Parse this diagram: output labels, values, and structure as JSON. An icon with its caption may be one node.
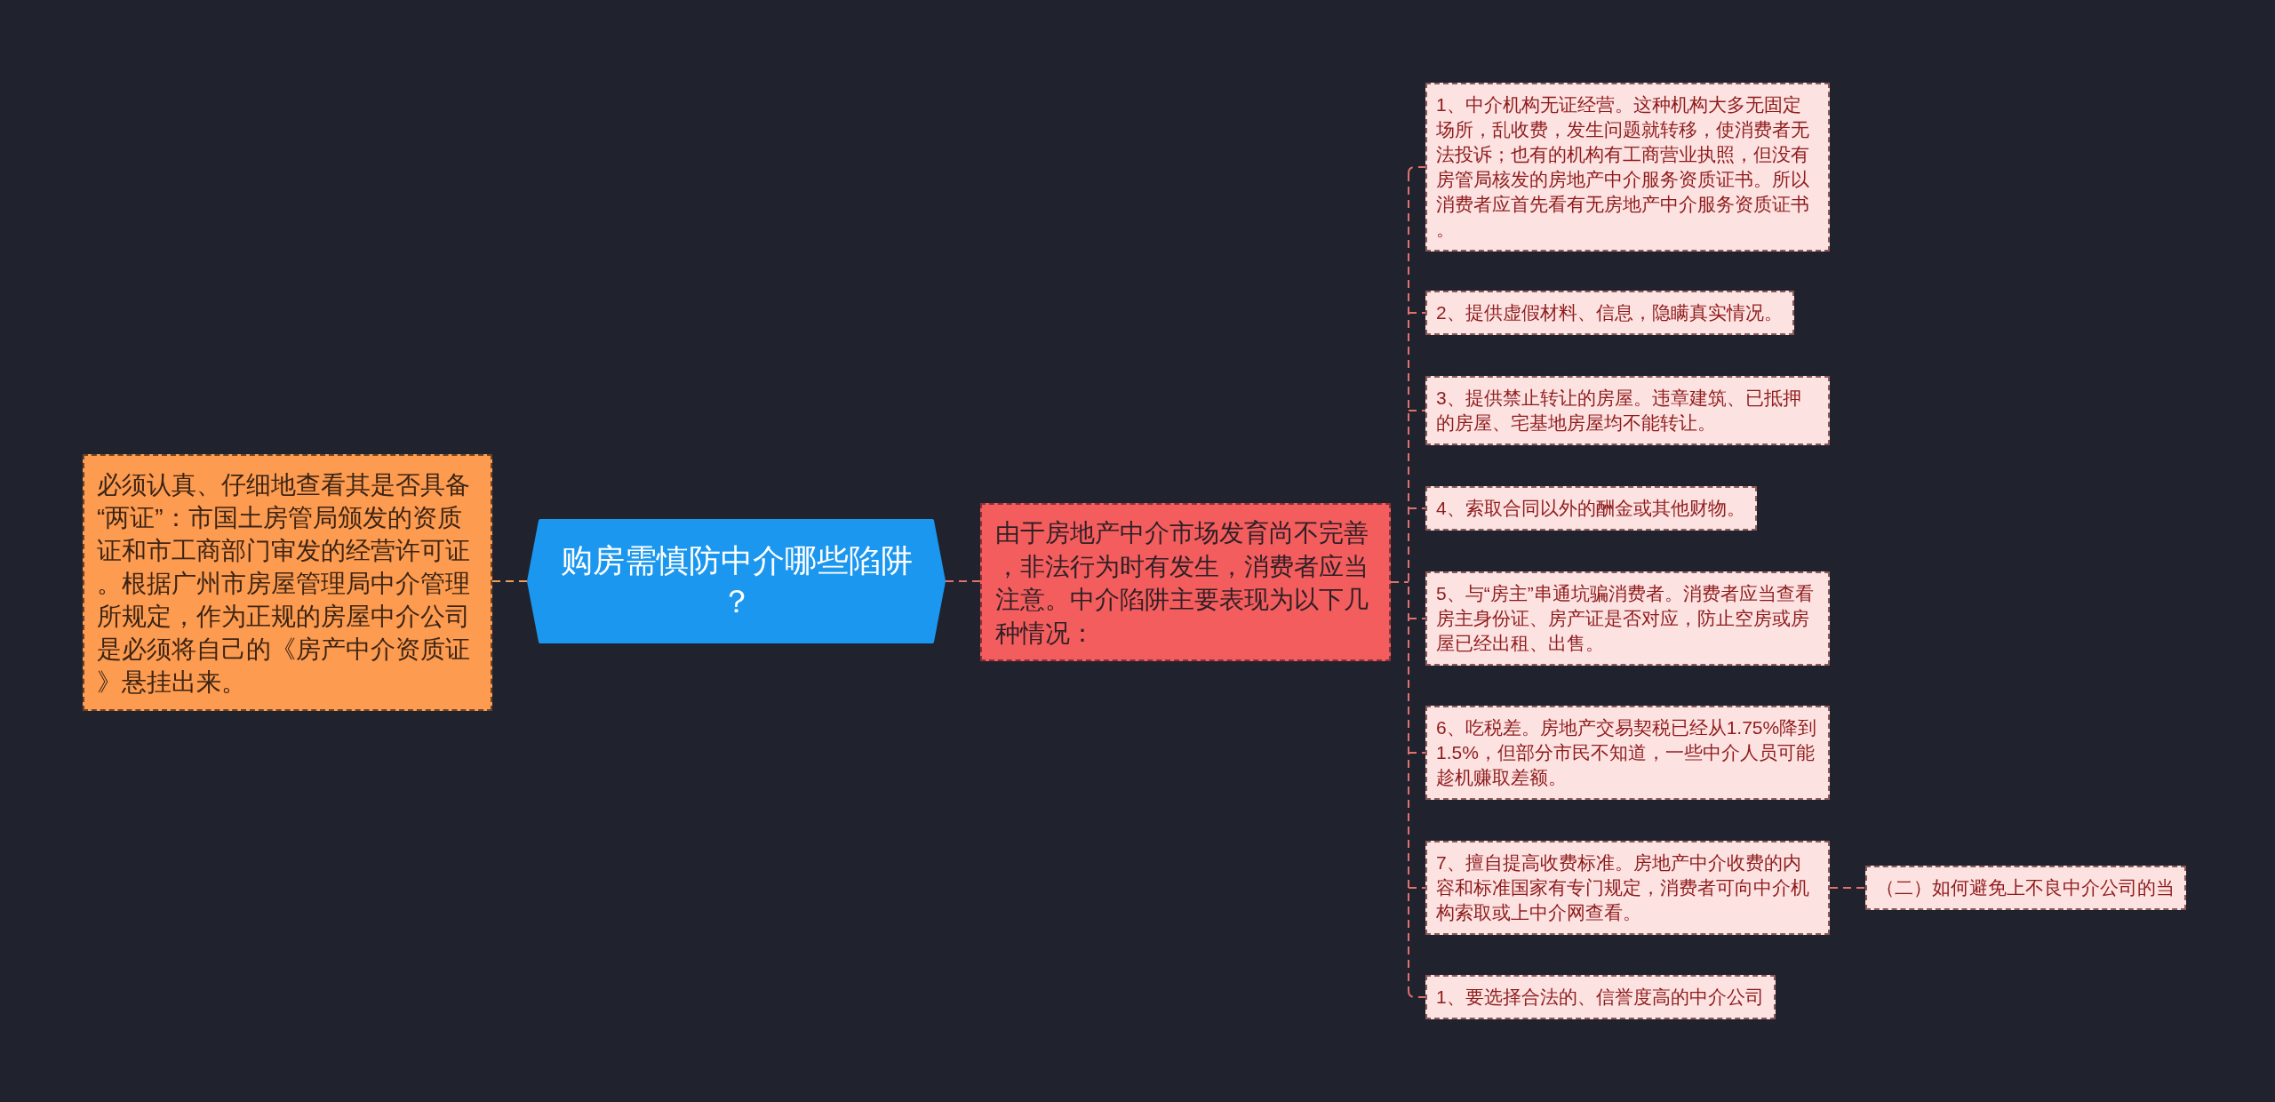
{
  "diagram": {
    "nodes": [
      {
        "text": [
          "购房需慎防中介哪些陷阱？"
        ]
      },
      {
        "text": [
          "必须认真、仔细地查看其是否具备“两证”：市国土房管局颁发的资质证和市工商部门审发的经营许可证。根据广州市房屋管理局中介管理所规定，作为正规的房屋中介公司是必须将自己的《房产中介资质证》悬挂出来。"
        ]
      },
      {
        "text": [
          "由于房地产中介市场发育尚不完善，非法行为时有发生，消费者应当注意。中介陷阱主要表现为以下几种情况："
        ]
      },
      {
        "text": [
          "1、中介机构无证经营。这种机构大多无固定场所，乱收费，发生问题就转移，使消费者无法投诉；也有的机构有工商营业执照，但没有房管局核发的房地产中介服务资质证书。所以消费者应首先看有无房地产中介服务资质证书。"
        ]
      },
      {
        "text": [
          "2、提供虚假材料、信息，隐瞒真实情况。"
        ]
      },
      {
        "text": [
          "3、提供禁止转让的房屋。违章建筑、已抵押的房屋、宅基地房屋均不能转让。"
        ]
      },
      {
        "text": [
          "4、索取合同以外的酬金或其他财物。"
        ]
      },
      {
        "text": [
          "5、与“房主”串通坑骗消费者。消费者应当查看房主身份证、房产证是否对应，防止空房或房屋已经出租、出售。"
        ]
      },
      {
        "text": [
          "6、吃税差。房地产交易契税已经从1.75%降到1.5%，但部分市民不知道，一些中介人员可能趁机赚取差额。"
        ]
      },
      {
        "text": [
          "7、擅自提高收费标准。房地产中介收费的内容和标准国家有专门规定，消费者可向中介机构索取或上中介网查看。"
        ]
      },
      {
        "text": [
          "（二）如何避免上不良中介公司的当"
        ]
      },
      {
        "text": [
          "1、要选择合法的、信誉度高的中介公司"
        ]
      }
    ],
    "edges": [
      {
        "from": 0,
        "to": 1,
        "arrow": "none",
        "style": "dashed",
        "color": "#f39c55"
      },
      {
        "from": 0,
        "to": 2,
        "arrow": "none",
        "style": "dashed"
      },
      {
        "from": 2,
        "to": 3,
        "arrow": "none",
        "style": "dashed"
      },
      {
        "from": 2,
        "to": 4,
        "arrow": "none",
        "style": "dashed"
      },
      {
        "from": 2,
        "to": 5,
        "arrow": "none",
        "style": "dashed"
      },
      {
        "from": 2,
        "to": 6,
        "arrow": "none",
        "style": "dashed"
      },
      {
        "from": 2,
        "to": 7,
        "arrow": "none",
        "style": "dashed"
      },
      {
        "from": 2,
        "to": 8,
        "arrow": "none",
        "style": "dashed"
      },
      {
        "from": 2,
        "to": 9,
        "arrow": "none",
        "style": "dashed"
      },
      {
        "from": 9,
        "to": 10,
        "arrow": "none",
        "style": "dashed"
      },
      {
        "from": 2,
        "to": 11,
        "arrow": "none",
        "style": "dashed"
      }
    ]
  }
}
